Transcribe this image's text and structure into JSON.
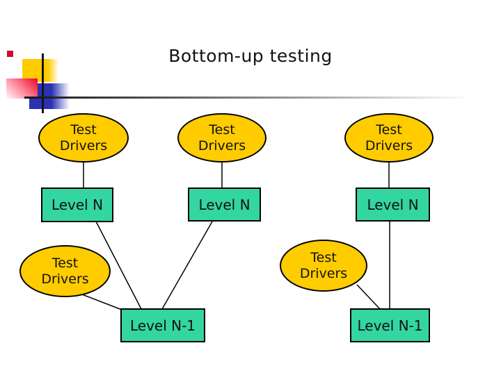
{
  "slide": {
    "title": "Bottom-up testing"
  },
  "colors": {
    "ellipse_fill": "#FFCC00",
    "box_fill": "#33D6A1",
    "outline": "#000000",
    "decor_yellow": "#FFCC00",
    "decor_red": "#EE1133",
    "decor_blue": "#2B32B2",
    "decor_small_square": "#C8102E"
  },
  "diagram": {
    "ellipses": [
      {
        "label": "Test Drivers"
      },
      {
        "label": "Test Drivers"
      },
      {
        "label": "Test Drivers"
      },
      {
        "label": "Test Drivers"
      },
      {
        "label": "Test Drivers"
      }
    ],
    "boxes": [
      {
        "label": "Level N"
      },
      {
        "label": "Level N"
      },
      {
        "label": "Level N"
      },
      {
        "label": "Level N-1"
      },
      {
        "label": "Level N-1"
      }
    ]
  }
}
